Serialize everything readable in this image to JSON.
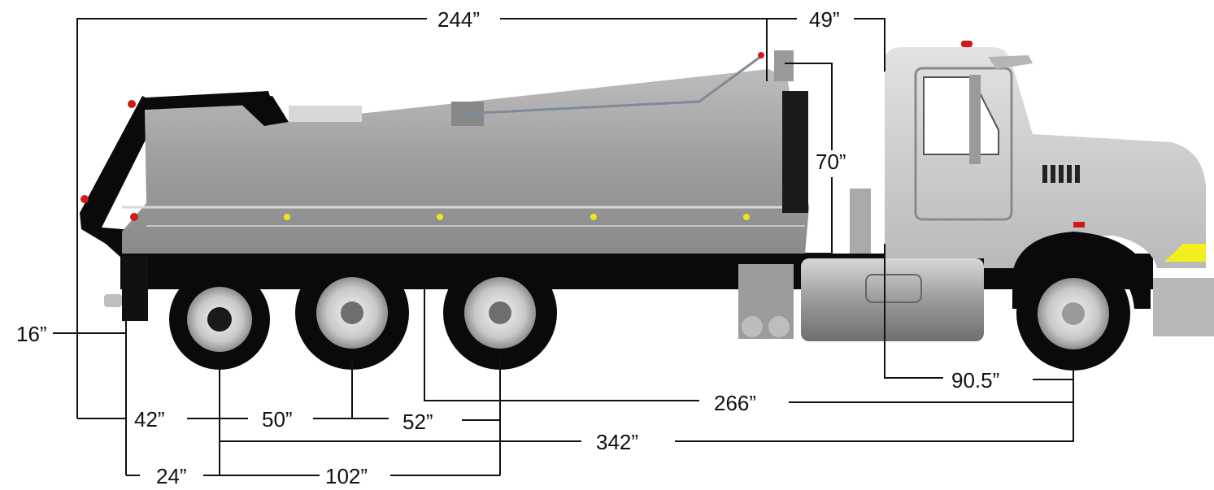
{
  "dimensions": {
    "overall_length": "244”",
    "cab_to_front": "49”",
    "body_height": "70”",
    "frame_height": "16”",
    "rear_overhang": "42”",
    "axle_spacing_a": "50”",
    "axle_spacing_b": "52”",
    "front_axle_offset": "90.5”",
    "cab_to_axle": "266”",
    "wheelbase": "342”",
    "rear_to_first_axle": "24”",
    "tandem_span": "102”"
  },
  "colors": {
    "body_gray": "#a8a8a8",
    "frame_black": "#0a0a0a",
    "cab_gray": "#c9c9c9",
    "marker_yellow": "#f1e51b",
    "marker_red": "#d21a1a",
    "headlight_yellow": "#f4ee1e"
  }
}
